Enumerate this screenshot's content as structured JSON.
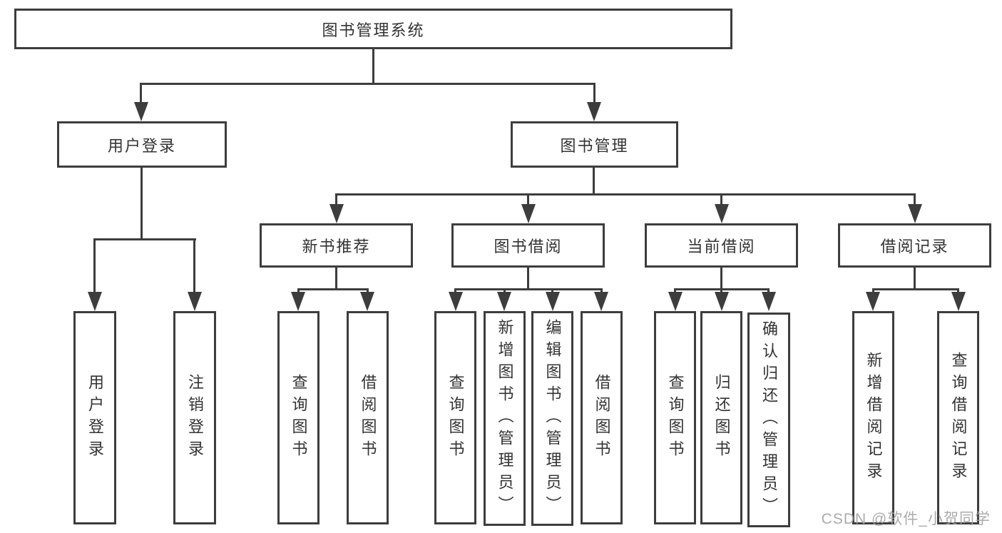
{
  "tree": {
    "label": "图书管理系统",
    "children": [
      {
        "label": "用户登录",
        "children": [
          {
            "label": "用户登录"
          },
          {
            "label": "注销登录"
          }
        ]
      },
      {
        "label": "图书管理",
        "children": [
          {
            "label": "新书推荐",
            "children": [
              {
                "label": "查询图书"
              },
              {
                "label": "借阅图书"
              }
            ]
          },
          {
            "label": "图书借阅",
            "children": [
              {
                "label": "查询图书"
              },
              {
                "label": "新增图书（管理员）"
              },
              {
                "label": "编辑图书（管理员）"
              },
              {
                "label": "借阅图书"
              }
            ]
          },
          {
            "label": "当前借阅",
            "children": [
              {
                "label": "查询图书"
              },
              {
                "label": "归还图书"
              },
              {
                "label": "确认归还（管理员）"
              }
            ]
          },
          {
            "label": "借阅记录",
            "children": [
              {
                "label": "新增借阅记录"
              },
              {
                "label": "查询借阅记录"
              }
            ]
          }
        ]
      }
    ]
  },
  "watermark": "CSDN @软件_小贺同学",
  "colors": {
    "line": "#3d3d3d",
    "text": "#333333",
    "background": "#ffffff",
    "watermark": "#a3a3a3"
  }
}
